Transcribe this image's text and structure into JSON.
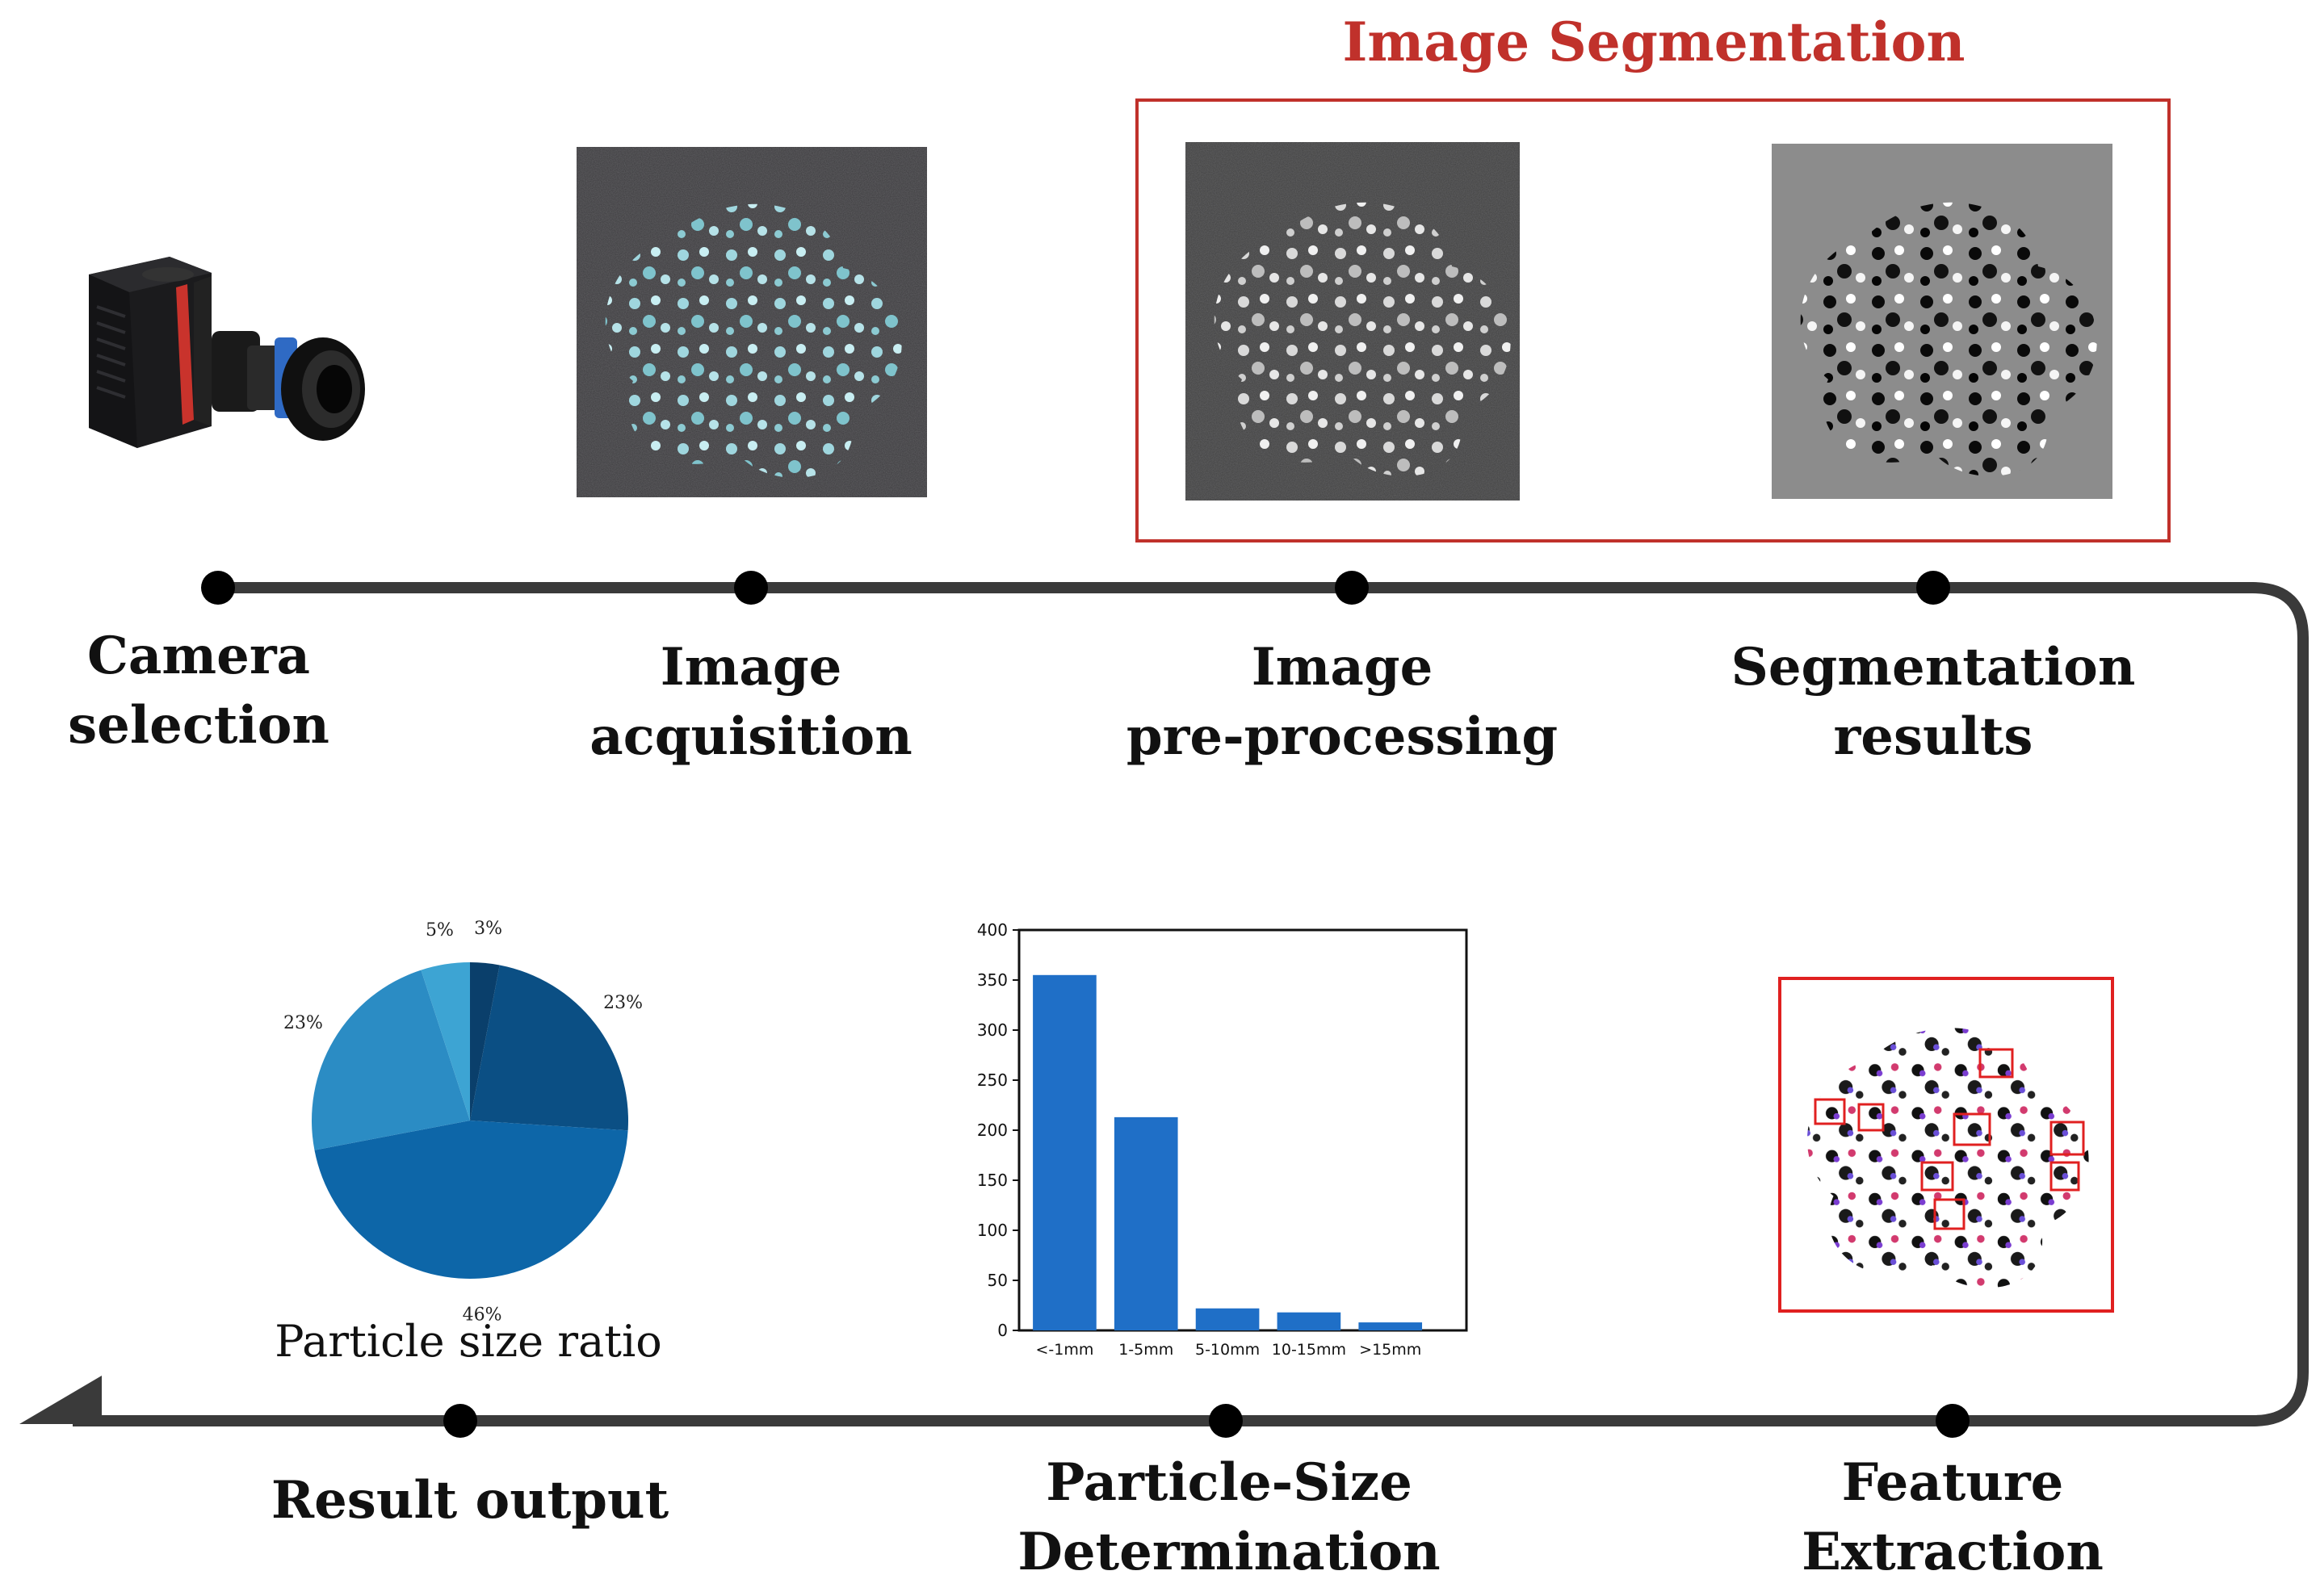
{
  "segmentation_title": "Image Segmentation",
  "steps": {
    "camera": [
      "Camera",
      "selection"
    ],
    "acquisition": [
      "Image",
      "acquisition"
    ],
    "preprocessing": [
      "Image",
      "pre-processing"
    ],
    "segmentation": [
      "Segmentation",
      "results"
    ],
    "feature": [
      "Feature",
      "Extraction"
    ],
    "particle": [
      "Particle-Size",
      "Determination"
    ],
    "result": [
      "Result output"
    ]
  },
  "pie_caption": "Particle size ratio",
  "colors": {
    "accent_red": "#c0312b",
    "timeline": "#3a3a3a",
    "bar": "#1f6fc7",
    "pie": [
      "#0b4f84",
      "#0d66a8",
      "#2b8cc4",
      "#3da4d3",
      "#0a3f6b"
    ]
  },
  "chart_data": [
    {
      "type": "pie",
      "labels": [
        "23%",
        "46%",
        "23%",
        "5%",
        "3%"
      ],
      "values": [
        23,
        46,
        23,
        5,
        3
      ]
    },
    {
      "type": "bar",
      "categories": [
        "<-1mm",
        "1-5mm",
        "5-10mm",
        "10-15mm",
        ">15mm"
      ],
      "values": [
        355,
        213,
        22,
        18,
        8
      ],
      "ylim": [
        0,
        400
      ],
      "yticks": [
        0,
        50,
        100,
        150,
        200,
        250,
        300,
        350,
        400
      ]
    }
  ]
}
